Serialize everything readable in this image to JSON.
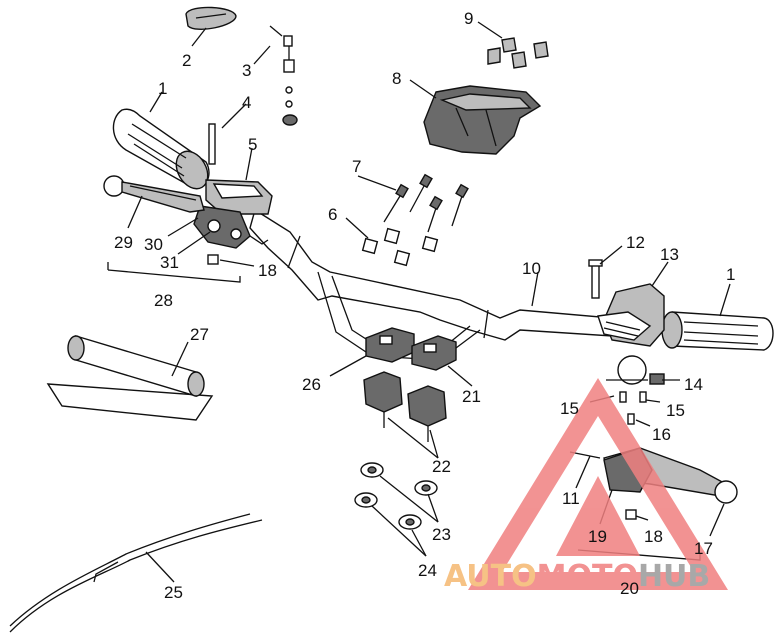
{
  "labels": [
    {
      "id": "l1a",
      "text": "1"
    },
    {
      "id": "l2",
      "text": "2"
    },
    {
      "id": "l3",
      "text": "3"
    },
    {
      "id": "l4",
      "text": "4"
    },
    {
      "id": "l5",
      "text": "5"
    },
    {
      "id": "l6",
      "text": "6"
    },
    {
      "id": "l7",
      "text": "7"
    },
    {
      "id": "l8",
      "text": "8"
    },
    {
      "id": "l9",
      "text": "9"
    },
    {
      "id": "l10",
      "text": "10"
    },
    {
      "id": "l11",
      "text": "11"
    },
    {
      "id": "l12",
      "text": "12"
    },
    {
      "id": "l13",
      "text": "13"
    },
    {
      "id": "l1b",
      "text": "1"
    },
    {
      "id": "l14",
      "text": "14"
    },
    {
      "id": "l15a",
      "text": "15"
    },
    {
      "id": "l15b",
      "text": "15"
    },
    {
      "id": "l16",
      "text": "16"
    },
    {
      "id": "l17",
      "text": "17"
    },
    {
      "id": "l18a",
      "text": "18"
    },
    {
      "id": "l18b",
      "text": "18"
    },
    {
      "id": "l19",
      "text": "19"
    },
    {
      "id": "l20",
      "text": "20"
    },
    {
      "id": "l21",
      "text": "21"
    },
    {
      "id": "l22",
      "text": "22"
    },
    {
      "id": "l23",
      "text": "23"
    },
    {
      "id": "l24",
      "text": "24"
    },
    {
      "id": "l25",
      "text": "25"
    },
    {
      "id": "l26",
      "text": "26"
    },
    {
      "id": "l27",
      "text": "27"
    },
    {
      "id": "l28",
      "text": "28"
    },
    {
      "id": "l29",
      "text": "29"
    },
    {
      "id": "l30",
      "text": "30"
    },
    {
      "id": "l31",
      "text": "31"
    }
  ],
  "watermark": {
    "word_auto": "AUTO",
    "word_moto": "MOTO",
    "word_hub": "HUB",
    "color_triangle": "#f08080",
    "color_auto": "#f5b870",
    "color_moto": "#f08080",
    "color_hub": "#9a9a9a"
  }
}
